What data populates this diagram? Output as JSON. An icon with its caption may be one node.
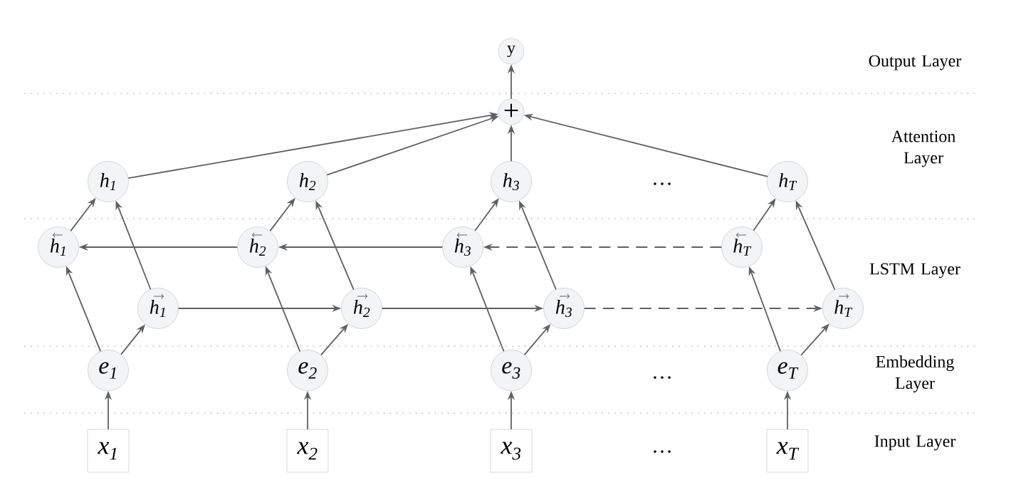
{
  "diagram": {
    "nodes": [
      {
        "text": [
          "y"
        ]
      },
      {
        "text": [
          "+"
        ]
      },
      {
        "text": [
          "h$_{1}$"
        ]
      },
      {
        "text": [
          "h$_{2}$"
        ]
      },
      {
        "text": [
          "h$_{3}$"
        ]
      },
      {
        "text": [
          "h$_{T}$"
        ]
      },
      {
        "text": [
          "h$_{1}$"
        ]
      },
      {
        "text": [
          "h$_{2}$"
        ]
      },
      {
        "text": [
          "h$_{3}$"
        ]
      },
      {
        "text": [
          "h$_{T}$"
        ]
      },
      {
        "text": [
          "h$_{1}$"
        ]
      },
      {
        "text": [
          "h$_{2}$"
        ]
      },
      {
        "text": [
          "h$_{3}$"
        ]
      },
      {
        "text": [
          "h$_{T}$"
        ]
      },
      {
        "text": [
          "e$_{1}$"
        ]
      },
      {
        "text": [
          "e$_{2}$"
        ]
      },
      {
        "text": [
          "e$_{3}$"
        ]
      },
      {
        "text": [
          "e$_{T}$"
        ]
      },
      {
        "text": [
          "x$_{1}$"
        ]
      },
      {
        "text": [
          "x$_{2}$"
        ]
      },
      {
        "text": [
          "x$_{3}$"
        ]
      },
      {
        "text": [
          "x$_{T}$"
        ]
      }
    ],
    "edges": [
      {
        "from": 1,
        "to": 0,
        "arrow": "to"
      },
      {
        "from": 2,
        "to": 1,
        "arrow": "to"
      },
      {
        "from": 3,
        "to": 1,
        "arrow": "to"
      },
      {
        "from": 4,
        "to": 1,
        "arrow": "to"
      },
      {
        "from": 5,
        "to": 1,
        "arrow": "to"
      },
      {
        "from": 6,
        "to": 2,
        "arrow": "to"
      },
      {
        "from": 10,
        "to": 2,
        "arrow": "to"
      },
      {
        "from": 7,
        "to": 3,
        "arrow": "to"
      },
      {
        "from": 11,
        "to": 3,
        "arrow": "to"
      },
      {
        "from": 8,
        "to": 4,
        "arrow": "to"
      },
      {
        "from": 12,
        "to": 4,
        "arrow": "to"
      },
      {
        "from": 9,
        "to": 5,
        "arrow": "to"
      },
      {
        "from": 13,
        "to": 5,
        "arrow": "to"
      },
      {
        "from": 7,
        "to": 6,
        "arrow": "to"
      },
      {
        "from": 8,
        "to": 7,
        "arrow": "to"
      },
      {
        "from": 9,
        "to": 8,
        "arrow": "to",
        "style": "dashed"
      },
      {
        "from": 10,
        "to": 11,
        "arrow": "to"
      },
      {
        "from": 11,
        "to": 12,
        "arrow": "to"
      },
      {
        "from": 12,
        "to": 13,
        "arrow": "to",
        "style": "dashed"
      },
      {
        "from": 14,
        "to": 6,
        "arrow": "to"
      },
      {
        "from": 14,
        "to": 10,
        "arrow": "to"
      },
      {
        "from": 15,
        "to": 7,
        "arrow": "to"
      },
      {
        "from": 15,
        "to": 11,
        "arrow": "to"
      },
      {
        "from": 16,
        "to": 8,
        "arrow": "to"
      },
      {
        "from": 16,
        "to": 12,
        "arrow": "to"
      },
      {
        "from": 17,
        "to": 9,
        "arrow": "to"
      },
      {
        "from": 17,
        "to": 13,
        "arrow": "to"
      },
      {
        "from": 18,
        "to": 14,
        "arrow": "to"
      },
      {
        "from": 19,
        "to": 15,
        "arrow": "to"
      },
      {
        "from": 20,
        "to": 16,
        "arrow": "to"
      },
      {
        "from": 21,
        "to": 17,
        "arrow": "to"
      }
    ],
    "labels": [
      "Output Layer",
      "Attention Layer",
      "…",
      "LSTM Layer",
      "Embedding Layer",
      "…",
      "Input Layer",
      "…"
    ]
  }
}
